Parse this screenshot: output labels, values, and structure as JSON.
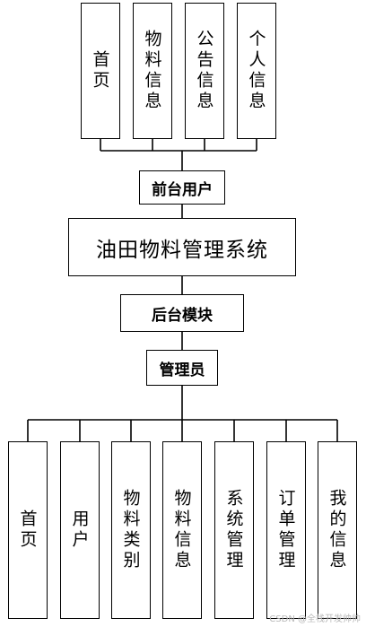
{
  "frontend_modules": [
    "首页",
    "物料信息",
    "公告信息",
    "个人信息"
  ],
  "frontend_user": "前台用户",
  "system_title": "油田物料管理系统",
  "backend_module": "后台模块",
  "admin": "管理员",
  "backend_modules": [
    "首页",
    "用户",
    "物料类别",
    "物料信息",
    "系统管理",
    "订单管理",
    "我的信息"
  ],
  "watermark": "CSDN @全栈开发帅帅"
}
